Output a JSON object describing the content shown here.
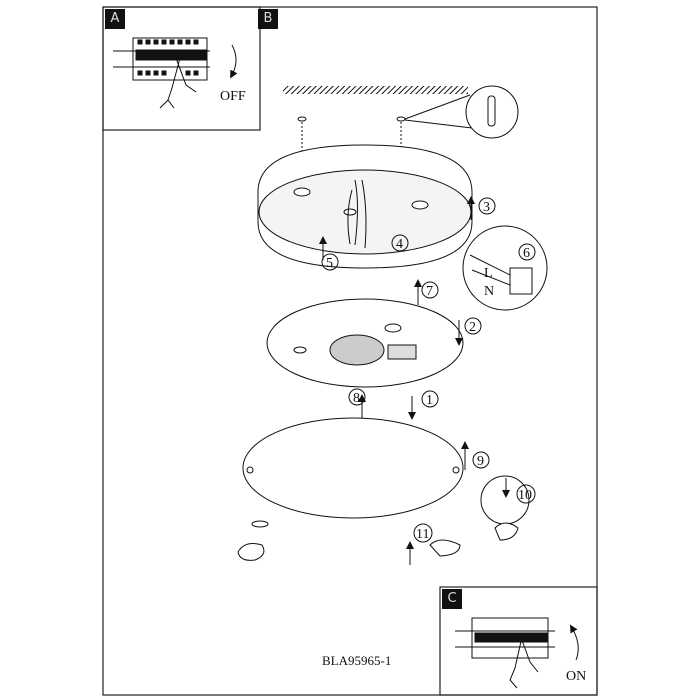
{
  "panels": {
    "a": {
      "tag": "A",
      "label": "OFF"
    },
    "b": {
      "tag": "B"
    },
    "c": {
      "tag": "C",
      "label": "ON"
    }
  },
  "steps": [
    "1",
    "2",
    "3",
    "4",
    "5",
    "6",
    "7",
    "8",
    "9",
    "10",
    "11"
  ],
  "wire_labels": [
    "L",
    "N"
  ],
  "document_code": "BLA95965-1"
}
